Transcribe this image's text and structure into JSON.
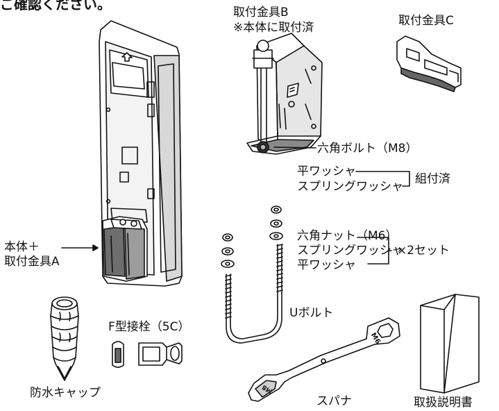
{
  "heading": "ご確認ください。",
  "parts": {
    "bracket_b": {
      "name": "取付金具B",
      "note": "※本体に取付済"
    },
    "bracket_c": {
      "name": "取付金具C"
    },
    "hex_bolt": {
      "name": "六角ボルト（M8）"
    },
    "washer_set_1": {
      "flat_washer": "平ワッシャ",
      "spring_washer": "スプリングワッシャ",
      "status": "組付済"
    },
    "nut_set": {
      "hex_nut": "六角ナット（M6）",
      "spring_washer": "スプリングワッシャ",
      "flat_washer": "平ワッシャ",
      "quantity": "×2セット"
    },
    "main_body": {
      "line1": "本体＋",
      "line2": "取付金具A"
    },
    "u_bolt": {
      "name": "Uボルト"
    },
    "f_connector": {
      "name": "F型接栓（5C）"
    },
    "waterproof_cap": {
      "name": "防水キャップ"
    },
    "wrench": {
      "name": "スパナ",
      "mark": "M6",
      "mark2": "M8"
    },
    "manual": {
      "name": "取扱説明書"
    }
  }
}
